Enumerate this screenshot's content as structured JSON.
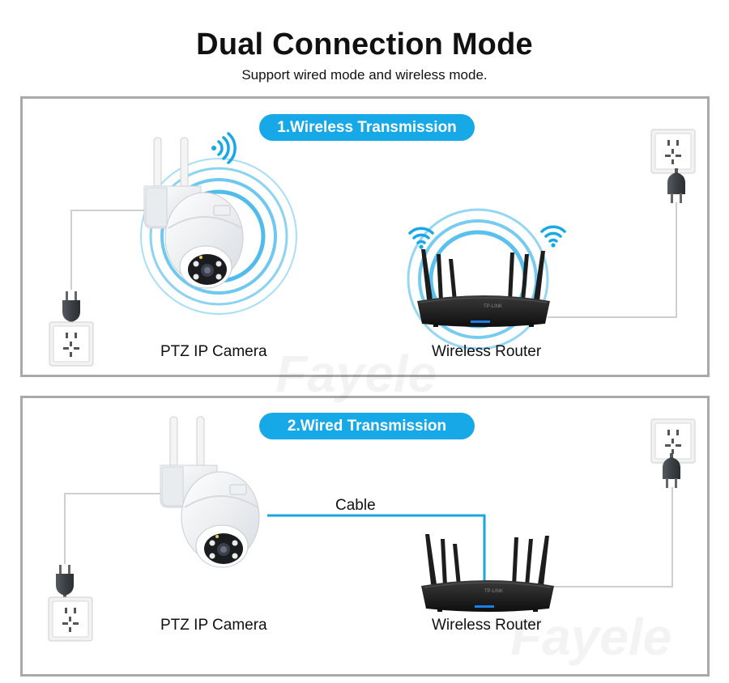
{
  "header": {
    "title": "Dual Connection Mode",
    "subtitle": "Support wired mode and wireless mode."
  },
  "panels": [
    {
      "badge": "1.Wireless Transmission",
      "camera_label": "PTZ IP Camera",
      "router_label": "Wireless Router",
      "router_brand": "TP-LINK"
    },
    {
      "badge": "2.Wired Transmission",
      "camera_label": "PTZ IP Camera",
      "router_label": "Wireless Router",
      "cable_label": "Cable",
      "router_brand": "TP-LINK"
    }
  ],
  "watermark": "Fayele",
  "colors": {
    "accent": "#17a8e8",
    "panel_border": "#a9a9a9",
    "cable": "#1aa6e0"
  }
}
